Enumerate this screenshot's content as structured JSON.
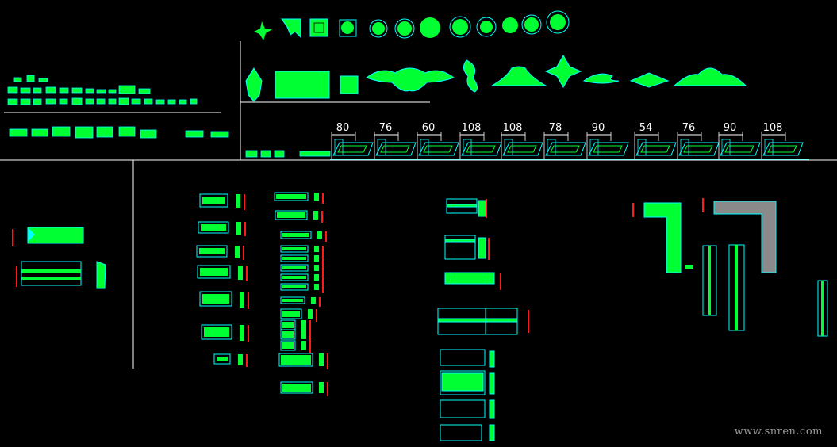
{
  "watermark": "www.snren.com",
  "dimensions": [
    "80",
    "76",
    "60",
    "108",
    "108",
    "78",
    "90",
    "54",
    "76",
    "90",
    "108"
  ],
  "colors": {
    "background": "#000000",
    "geometry": "#00ff33",
    "outline": "#00ffff",
    "dimension": "#ff1a1a",
    "frame": "#ffffff",
    "gray": "#8a8a8a"
  }
}
